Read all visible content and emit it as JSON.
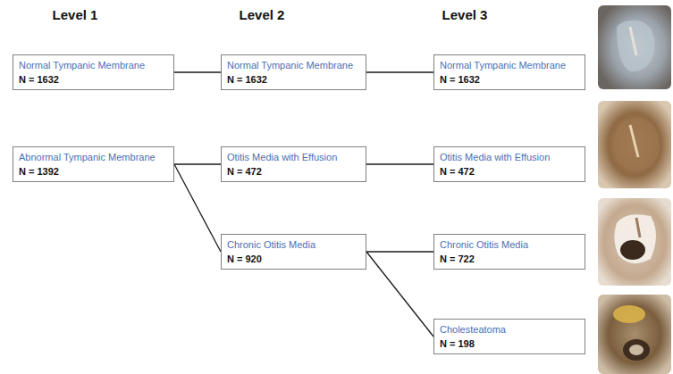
{
  "diagram": {
    "nodes": [
      {
        "text": [
          "Normal Tympanic Membrane",
          "N = 1632"
        ]
      },
      {
        "text": [
          "Normal Tympanic Membrane",
          "N = 1632"
        ]
      },
      {
        "text": [
          "Normal Tympanic Membrane",
          "N = 1632"
        ]
      },
      {
        "text": [
          "Abnormal Tympanic Membrane",
          "N = 1392"
        ]
      },
      {
        "text": [
          "Otitis Media with Effusion",
          "N = 472"
        ]
      },
      {
        "text": [
          "Otitis Media with Effusion",
          "N = 472"
        ]
      },
      {
        "text": [
          "Chronic Otitis Media",
          "N = 920"
        ]
      },
      {
        "text": [
          "Chronic Otitis Media",
          "N = 722"
        ]
      },
      {
        "text": [
          "Cholesteatoma",
          "N = 198"
        ]
      }
    ],
    "edges": [
      {
        "from": 0,
        "to": 1,
        "arrow": "none"
      },
      {
        "from": 1,
        "to": 2,
        "arrow": "none"
      },
      {
        "from": 3,
        "to": 4,
        "arrow": "none"
      },
      {
        "from": 3,
        "to": 6,
        "arrow": "none"
      },
      {
        "from": 4,
        "to": 5,
        "arrow": "none"
      },
      {
        "from": 6,
        "to": 7,
        "arrow": "none"
      },
      {
        "from": 6,
        "to": 8,
        "arrow": "none"
      }
    ],
    "labels": [
      "Level 1",
      "Level 2",
      "Level 3"
    ]
  }
}
